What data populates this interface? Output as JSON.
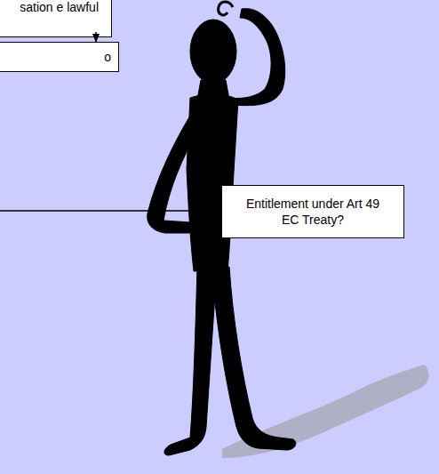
{
  "diagram": {
    "nodes": [
      {
        "text": [
          "sation e lawful"
        ]
      },
      {
        "text": [
          "o"
        ]
      },
      {
        "text": [
          "Entitlement under Art 49 EC Treaty?"
        ]
      }
    ],
    "edges": [
      {
        "from": 0,
        "to": 1,
        "arrow": "to"
      }
    ]
  }
}
